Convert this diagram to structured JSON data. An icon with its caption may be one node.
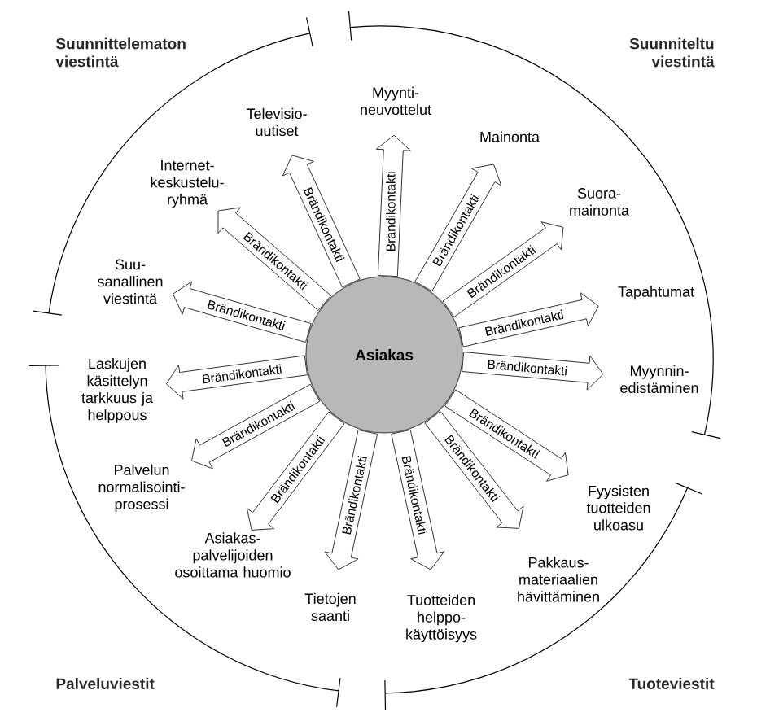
{
  "diagram": {
    "nodes": [
      {
        "text": [
          "Asiakas"
        ]
      },
      {
        "text": [
          "Televisio- uutiset"
        ]
      },
      {
        "text": [
          "Myynti- neuvottelut"
        ]
      },
      {
        "text": [
          "Mainonta"
        ]
      },
      {
        "text": [
          "Suora- mainonta"
        ]
      },
      {
        "text": [
          "Tapahtumat"
        ]
      },
      {
        "text": [
          "Myynnin- edistäminen"
        ]
      },
      {
        "text": [
          "Fyysisten tuotteiden ulkoasu"
        ]
      },
      {
        "text": [
          "Pakkaus- materiaalien hävittäminen"
        ]
      },
      {
        "text": [
          "Tuotteiden helppo- käyttöisyys"
        ]
      },
      {
        "text": [
          "Tietojen saanti"
        ]
      },
      {
        "text": [
          "Asiakas- palvelijoiden osoittama huomio"
        ]
      },
      {
        "text": [
          "Palvelun normalisointi- prosessi"
        ]
      },
      {
        "text": [
          "Laskujen käsittelyn tarkkuus ja helppous"
        ]
      },
      {
        "text": [
          "Suu- sanallinen viestintä"
        ]
      },
      {
        "text": [
          "Internet- keskustelu- ryhmä"
        ]
      }
    ],
    "edges": [
      {
        "from": 0,
        "to": 1,
        "arrow": "to",
        "label": "Brändikontakti"
      },
      {
        "from": 0,
        "to": 2,
        "arrow": "to",
        "label": "Brändikontakti"
      },
      {
        "from": 0,
        "to": 3,
        "arrow": "to",
        "label": "Brändikontakti"
      },
      {
        "from": 0,
        "to": 4,
        "arrow": "to",
        "label": "Brändikontakti"
      },
      {
        "from": 0,
        "to": 5,
        "arrow": "to",
        "label": "Brändikontakti"
      },
      {
        "from": 0,
        "to": 6,
        "arrow": "to",
        "label": "Brändikontakti"
      },
      {
        "from": 0,
        "to": 7,
        "arrow": "to",
        "label": "Brändikontakti"
      },
      {
        "from": 0,
        "to": 8,
        "arrow": "to",
        "label": "Brändikontakti"
      },
      {
        "from": 0,
        "to": 9,
        "arrow": "to",
        "label": "Brändikontakti"
      },
      {
        "from": 0,
        "to": 10,
        "arrow": "to",
        "label": "Brändikontakti"
      },
      {
        "from": 0,
        "to": 11,
        "arrow": "to",
        "label": "Brändikontakti"
      },
      {
        "from": 0,
        "to": 12,
        "arrow": "to",
        "label": "Brändikontakti"
      },
      {
        "from": 0,
        "to": 13,
        "arrow": "to",
        "label": "Brändikontakti"
      },
      {
        "from": 0,
        "to": 14,
        "arrow": "to",
        "label": "Brändikontakti"
      },
      {
        "from": 0,
        "to": 15,
        "arrow": "to",
        "label": "Brändikontakti"
      }
    ],
    "labels": [
      "Suunnittelematon viestintä",
      "Suunniteltu viestintä",
      "Palveluviestit",
      "Tuoteviestit"
    ]
  }
}
